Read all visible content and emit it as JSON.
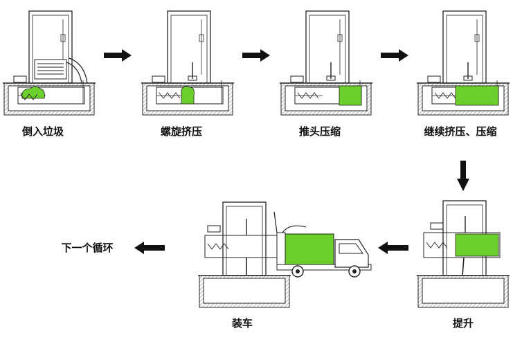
{
  "steps": [
    {
      "id": "dump",
      "label": "倒入垃圾"
    },
    {
      "id": "screw",
      "label": "螺旋挤压"
    },
    {
      "id": "push",
      "label": "推头压缩"
    },
    {
      "id": "continue",
      "label": "继续挤压、压缩"
    },
    {
      "id": "lift",
      "label": "提升"
    },
    {
      "id": "load",
      "label": "装车"
    }
  ],
  "next_cycle": "下一个循环",
  "colors": {
    "fill_green": "#6ccf2c",
    "line": "#222222",
    "hatch": "#9a9a9a",
    "arrow": "#111111"
  },
  "icons": [
    "arrow-right-icon",
    "arrow-down-icon",
    "arrow-left-icon",
    "garbage-truck-icon"
  ]
}
